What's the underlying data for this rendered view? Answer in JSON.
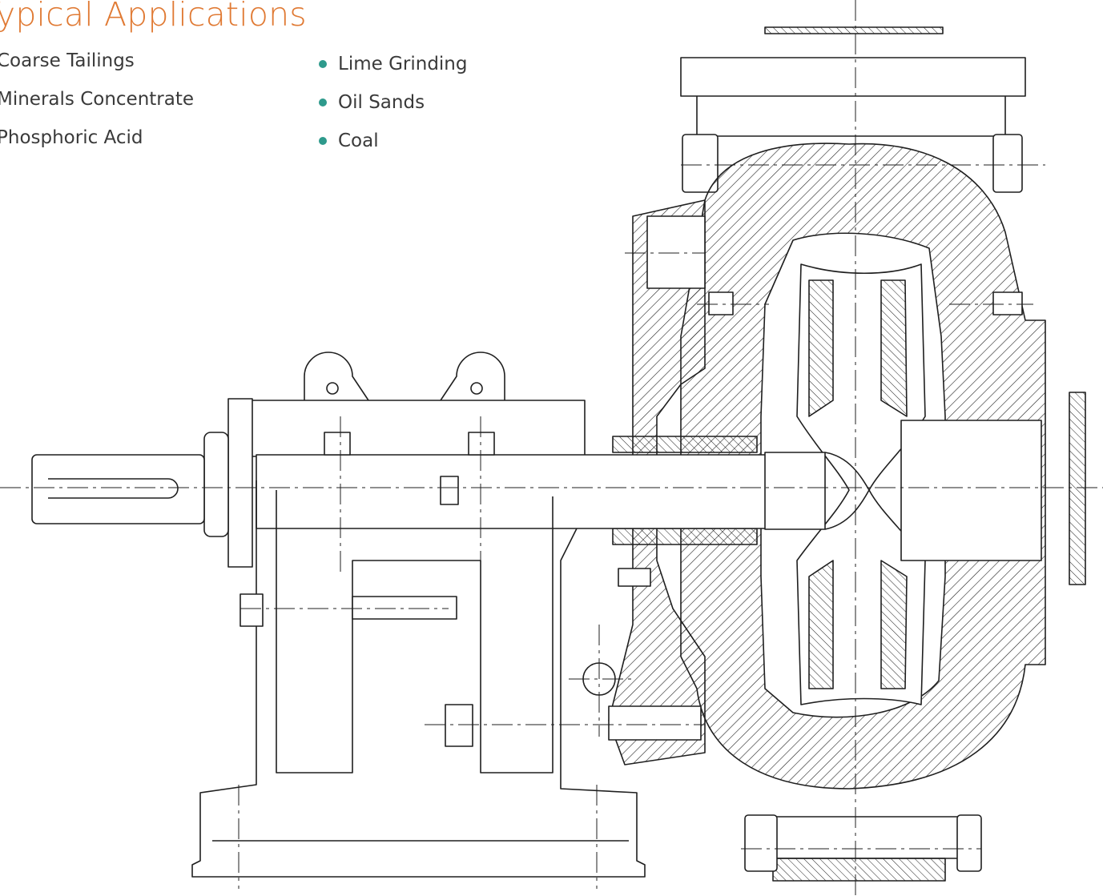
{
  "heading": "Typical Applications",
  "applications_left": [
    "Coarse Tailings",
    "Minerals Concentrate",
    "Phosphoric Acid"
  ],
  "applications_right": [
    "Lime Grinding",
    "Oil Sands",
    "Coal"
  ],
  "colors": {
    "accent": "#E07A34",
    "bullet": "#2E9A8C",
    "text": "#3a3a3a",
    "line": "#1f1f1f"
  },
  "illustration_icon": "pump-cross-section"
}
